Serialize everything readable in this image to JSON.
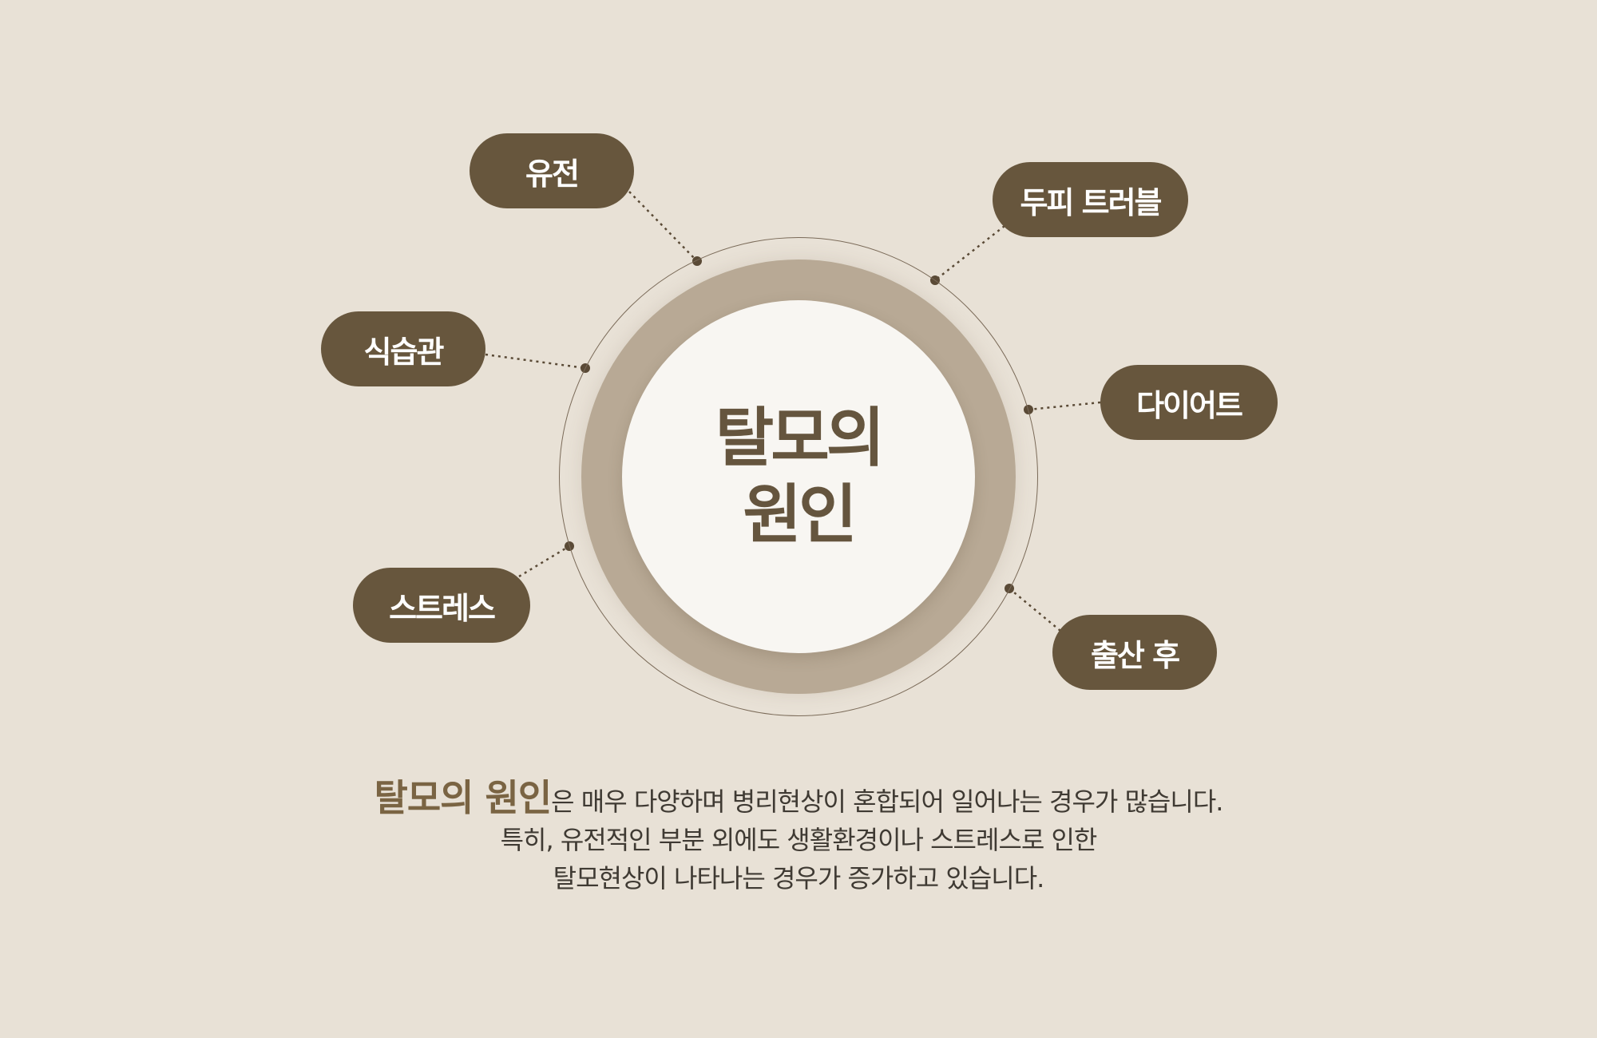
{
  "center": {
    "line1": "탈모의",
    "line2": "원인"
  },
  "causes": [
    "유전",
    "두피 트러블",
    "식습관",
    "다이어트",
    "스트레스",
    "출산 후"
  ],
  "caption": {
    "highlight": "탈모의 원인",
    "line1_rest": "은 매우 다양하며 병리현상이 혼합되어 일어나는 경우가 많습니다.",
    "line2": "특히, 유전적인 부분 외에도 생활환경이나 스트레스로 인한",
    "line3": "탈모현상이 나타나는 경우가 증가하고 있습니다."
  },
  "colors": {
    "background": "#e8e1d6",
    "pill": "#67563d",
    "ring": "#b8a995",
    "center": "#f8f6f2",
    "accent_text": "#7a6443"
  }
}
